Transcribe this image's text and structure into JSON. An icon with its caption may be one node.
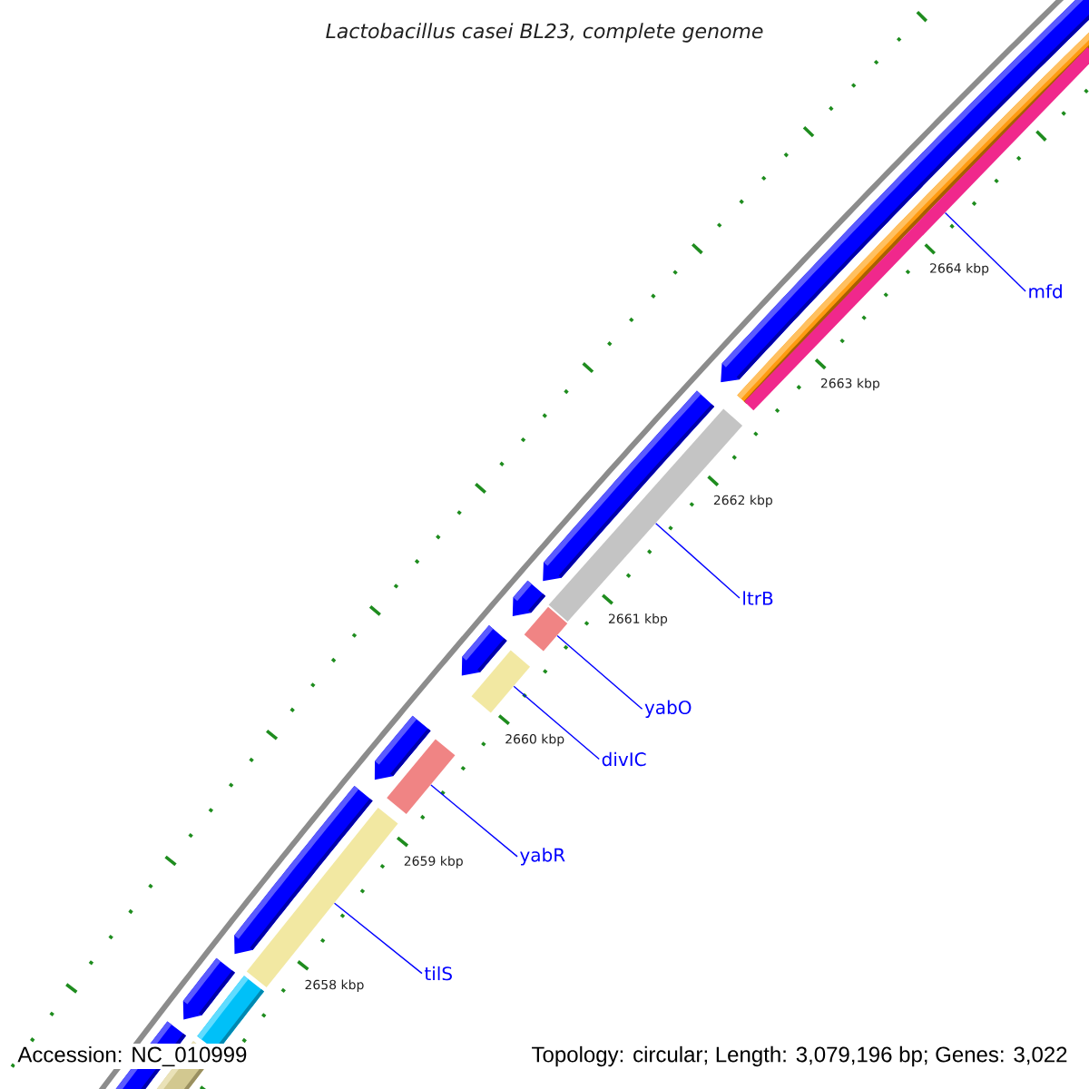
{
  "diagram": {
    "title": "Lactobacillus casei BL23, complete genome",
    "nodes": [
      {
        "text": [
          "mfd"
        ]
      },
      {
        "text": [
          "ltrB"
        ]
      },
      {
        "text": [
          "yabO"
        ]
      },
      {
        "text": [
          "divIC"
        ]
      },
      {
        "text": [
          "yabR"
        ]
      },
      {
        "text": [
          "tilS"
        ]
      },
      {
        "text": [],
        "shape": "bar"
      },
      {
        "text": [],
        "shape": "bar"
      },
      {
        "text": [],
        "shape": "bar"
      },
      {
        "text": [],
        "shape": "bar"
      },
      {
        "text": [],
        "shape": "bar"
      },
      {
        "text": [],
        "shape": "bar"
      }
    ],
    "edges": [
      {
        "from": 0,
        "to": 6,
        "arrow": "none"
      },
      {
        "from": 1,
        "to": 7,
        "arrow": "none"
      },
      {
        "from": 2,
        "to": 8,
        "arrow": "none"
      },
      {
        "from": 3,
        "to": 9,
        "arrow": "none"
      },
      {
        "from": 4,
        "to": 10,
        "arrow": "none"
      },
      {
        "from": 5,
        "to": 11,
        "arrow": "none"
      }
    ],
    "labels": [
      "2664 kbp",
      "2663 kbp",
      "2662 kbp",
      "2661 kbp",
      "2660 kbp",
      "2659 kbp",
      "2658 kbp",
      "Accession: NC_010999",
      "Topology: circular; Length: 3,079,196 bp; Genes: 3,022"
    ]
  }
}
